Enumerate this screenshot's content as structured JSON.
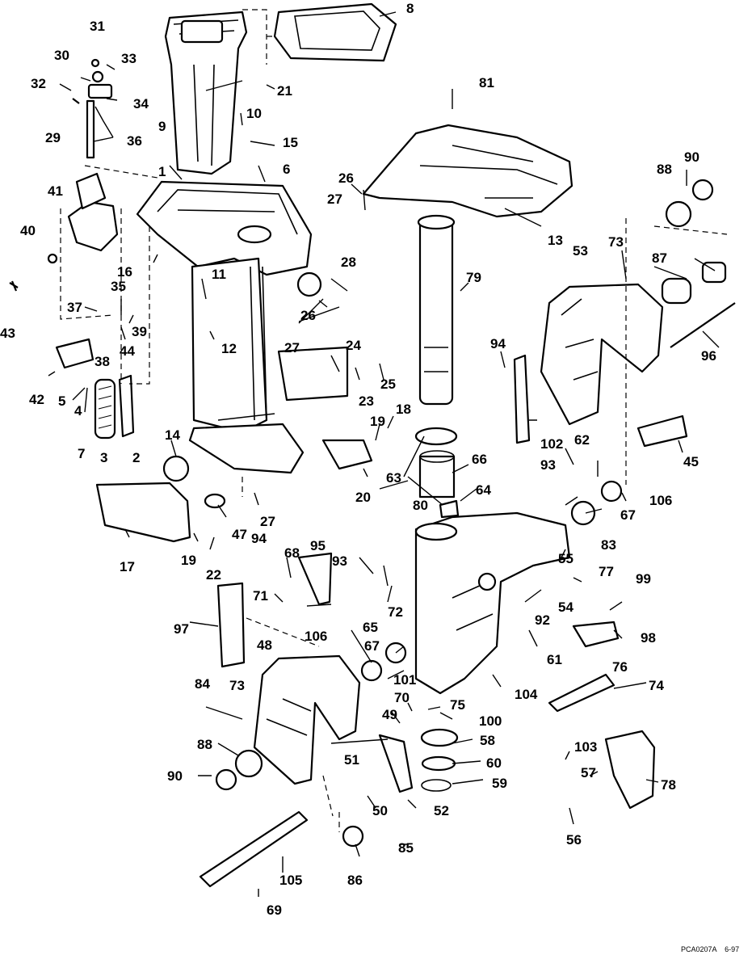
{
  "figure_id": "PCA0207A",
  "figure_date": "6-97",
  "callouts": [
    "1",
    "2",
    "3",
    "4",
    "5",
    "6",
    "7",
    "8",
    "9",
    "10",
    "11",
    "12",
    "13",
    "14",
    "15",
    "16",
    "17",
    "18",
    "19",
    "20",
    "21",
    "22",
    "23",
    "24",
    "25",
    "26",
    "27",
    "28",
    "29",
    "30",
    "31",
    "32",
    "33",
    "34",
    "35",
    "36",
    "37",
    "38",
    "39",
    "40",
    "41",
    "42",
    "43",
    "44",
    "45",
    "47",
    "48",
    "49",
    "50",
    "51",
    "52",
    "53",
    "54",
    "55",
    "56",
    "57",
    "58",
    "59",
    "60",
    "61",
    "62",
    "63",
    "64",
    "65",
    "66",
    "67",
    "68",
    "69",
    "70",
    "71",
    "72",
    "73",
    "74",
    "75",
    "76",
    "77",
    "78",
    "79",
    "80",
    "81",
    "83",
    "84",
    "85",
    "86",
    "87",
    "88",
    "90",
    "92",
    "93",
    "94",
    "95",
    "96",
    "97",
    "98",
    "99",
    "100",
    "101",
    "102",
    "103",
    "104",
    "105",
    "106"
  ]
}
